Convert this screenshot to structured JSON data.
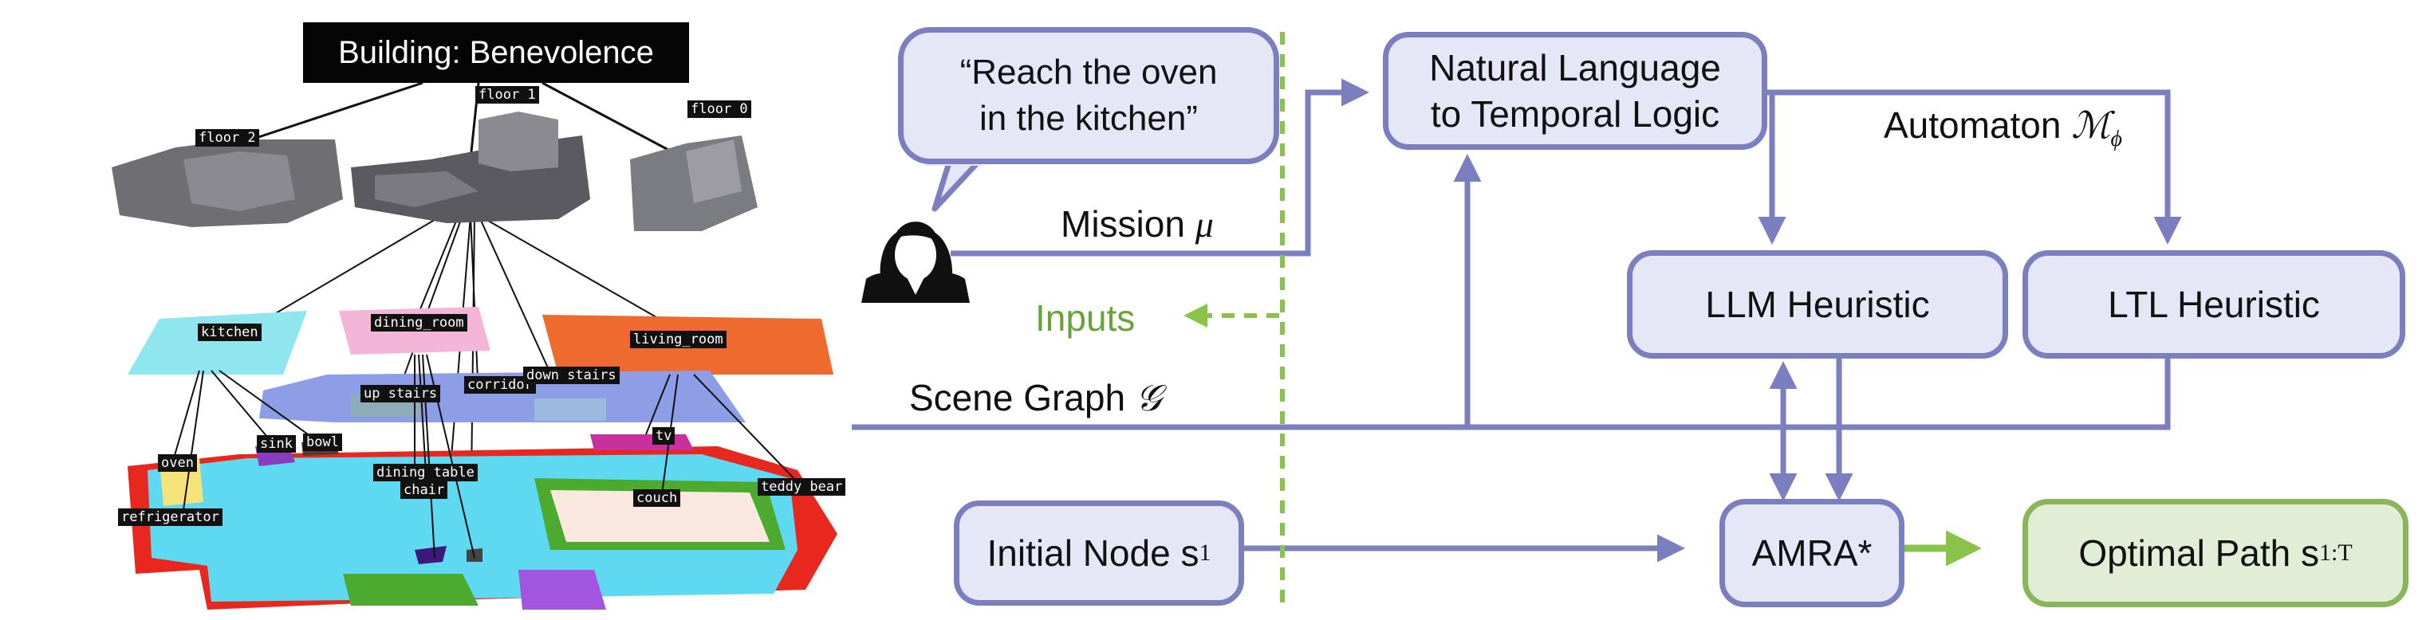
{
  "scene_graph": {
    "building_label": "Building: Benevolence",
    "floors": [
      "floor 2",
      "floor 1",
      "floor 0"
    ],
    "rooms": [
      "kitchen",
      "dining_room",
      "living_room",
      "up stairs",
      "corridor",
      "down stairs"
    ],
    "objects": [
      "oven",
      "refrigerator",
      "sink",
      "bowl",
      "dining table",
      "chair",
      "tv",
      "couch",
      "teddy bear"
    ]
  },
  "speech": {
    "line1": "“Reach the oven",
    "line2": "in the kitchen”"
  },
  "labels": {
    "mission": "Mission",
    "mission_symbol": "μ",
    "inputs": "Inputs",
    "scene_graph": "Scene Graph",
    "scene_graph_symbol": "𝒢",
    "automaton": "Automaton",
    "automaton_symbol": "ℳ",
    "automaton_sub": "ϕ"
  },
  "nodes": {
    "nl_to_tl_line1": "Natural Language",
    "nl_to_tl_line2": "to Temporal Logic",
    "llm": "LLM Heuristic",
    "ltl": "LTL Heuristic",
    "initial": "Initial Node s",
    "initial_sub": "1",
    "amra": "AMRA*",
    "optimal": "Optimal Path s",
    "optimal_sub": "1:T"
  },
  "colors": {
    "purple": "#7b7fc0",
    "purple_fill": "#e6e7f6",
    "green": "#8bb55a",
    "green_fill": "#e1edd4",
    "dashed_green": "#8bc34a",
    "kitchen": "#8fe6ee",
    "dining_room": "#f4b6d8",
    "living_room": "#ee6a2e",
    "floor_plane": "#8d9ee6",
    "floor_cyan": "#5fd8f2",
    "floor_red": "#e8281e"
  }
}
